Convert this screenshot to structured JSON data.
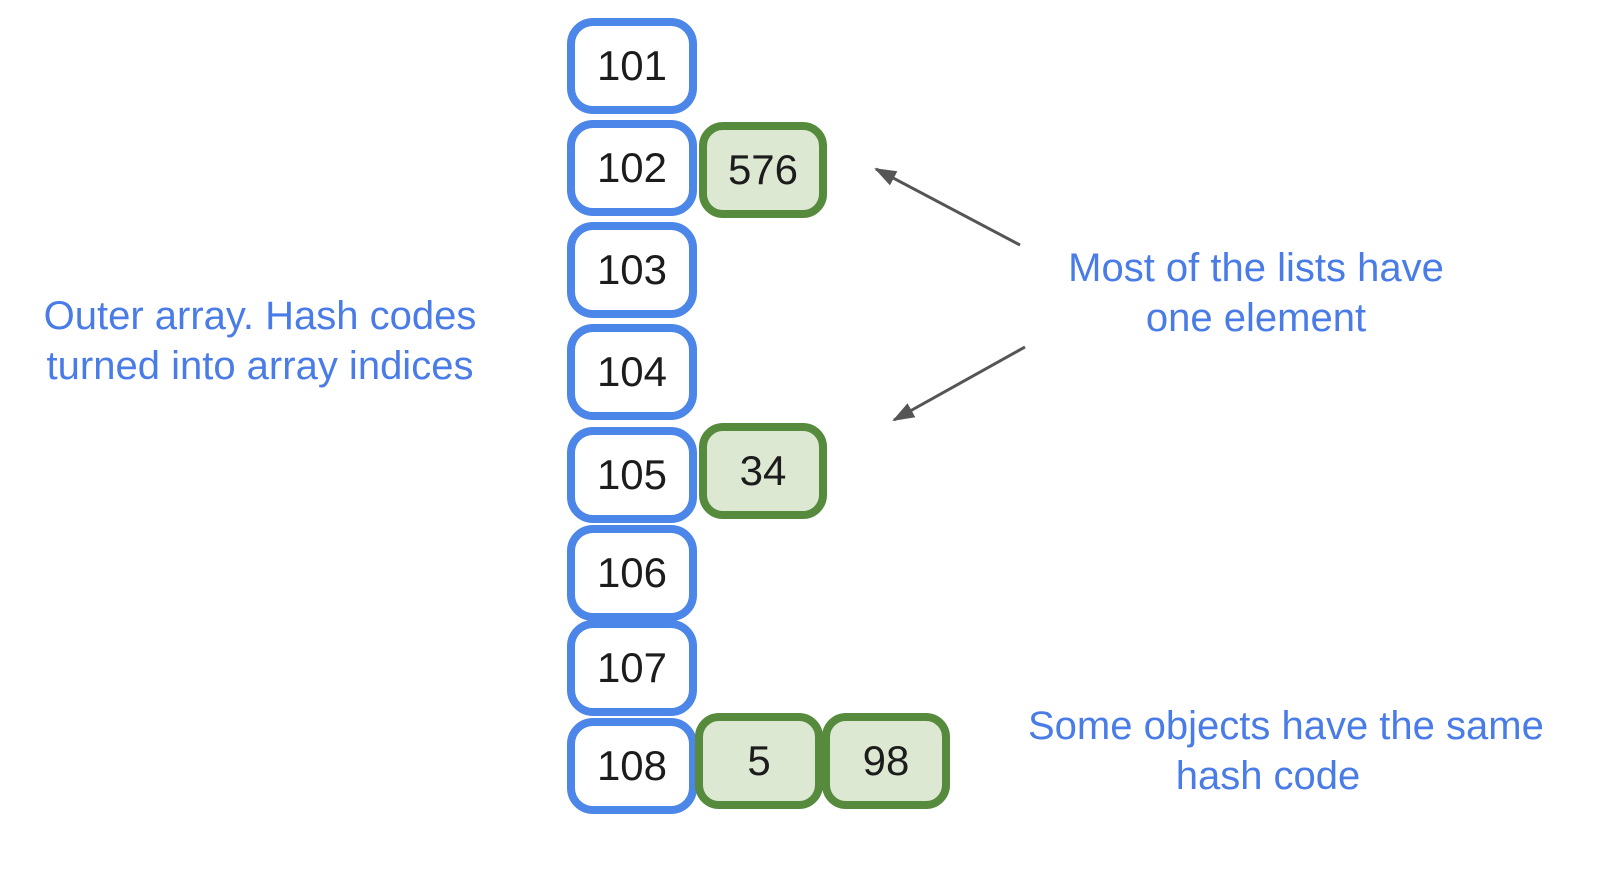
{
  "array_cells": [
    "101",
    "102",
    "103",
    "104",
    "105",
    "106",
    "107",
    "108"
  ],
  "chains": [
    {
      "bucket": "102",
      "values": [
        "576"
      ]
    },
    {
      "bucket": "105",
      "values": [
        "34"
      ]
    },
    {
      "bucket": "108",
      "values": [
        "5",
        "98"
      ]
    }
  ],
  "annotations": {
    "outer_array": {
      "line1": "Outer array. Hash codes",
      "line2": "turned into array indices"
    },
    "one_element": {
      "line1": "Most of the lists have",
      "line2": "one element"
    },
    "same_hash": {
      "line1": "Some objects have the same",
      "line2": "hash code"
    }
  },
  "colors": {
    "background": "#ffffff",
    "array_box_border": "#4c86e8",
    "value_box_border": "#568a3d",
    "value_box_fill": "#dde8d3",
    "annotation_text": "#4a7ce8",
    "number_text": "#1c1c1c",
    "arrow": "#555555"
  }
}
